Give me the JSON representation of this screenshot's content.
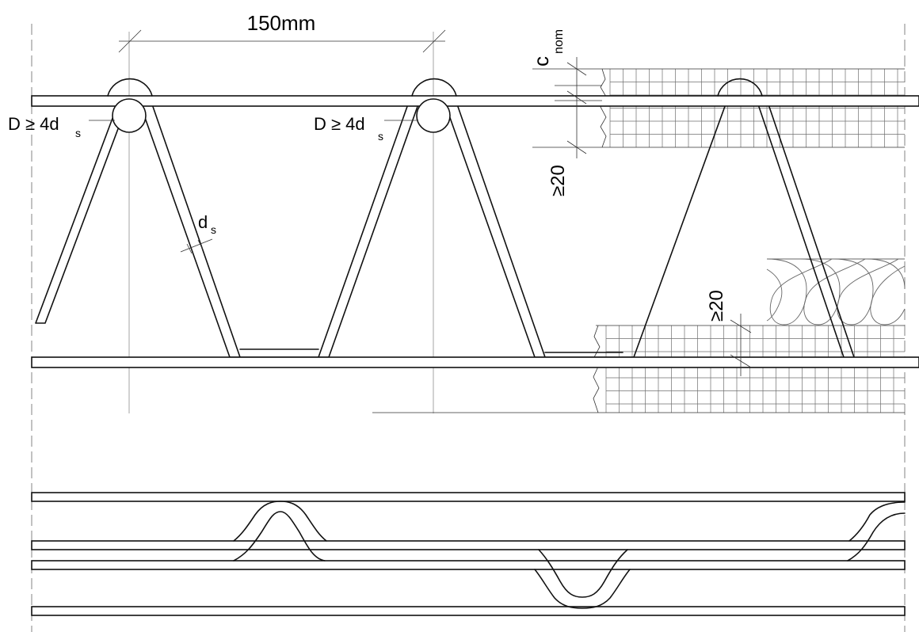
{
  "labels": {
    "spacing": "150mm",
    "bend_1_main": "D ≥ 4d",
    "bend_1_sub": "s",
    "bend_2_main": "D ≥ 4d",
    "bend_2_sub": "s",
    "bar_dia_main": "d",
    "bar_dia_sub": "s",
    "cover_main": "c",
    "cover_sub": "nom",
    "min_top": "≥20",
    "min_bottom": "≥20"
  },
  "colors": {
    "line": "#111111",
    "construction": "#9a9a9a",
    "grid": "#6f6f6f"
  }
}
